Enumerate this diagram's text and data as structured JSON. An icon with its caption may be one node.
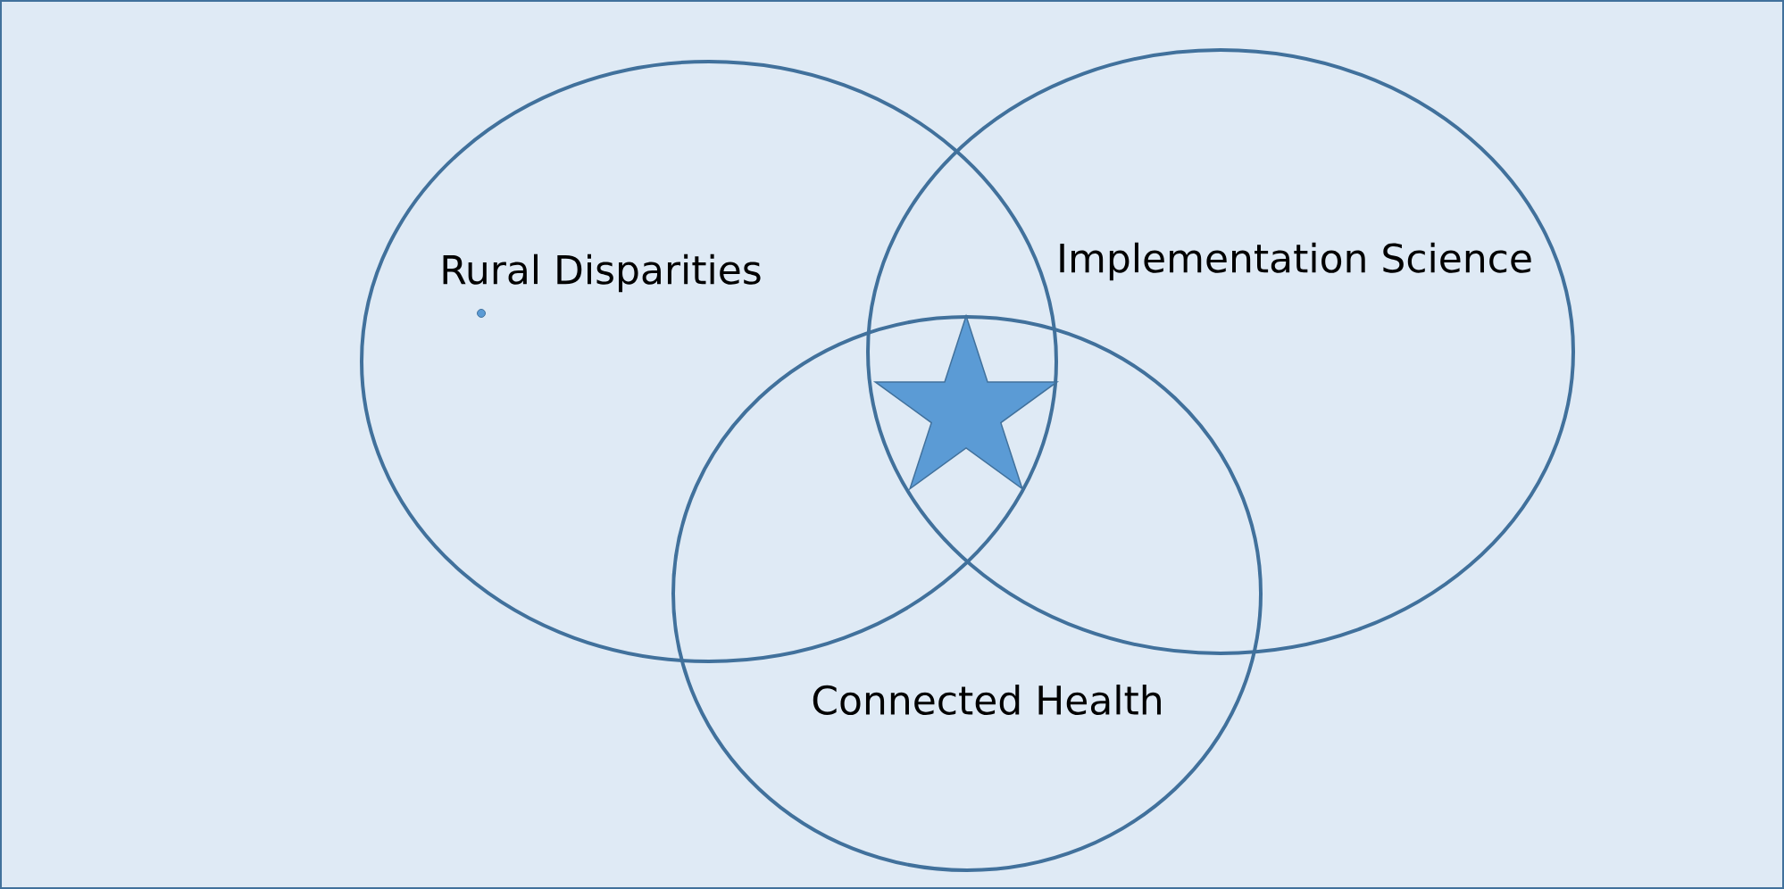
{
  "diagram": {
    "nodes": [
      {
        "text": [
          "Rural Disparities"
        ]
      },
      {
        "text": [
          "Implementation Science"
        ]
      },
      {
        "text": [
          "Connected Health"
        ]
      },
      {
        "text": [],
        "shape": "star"
      }
    ]
  }
}
